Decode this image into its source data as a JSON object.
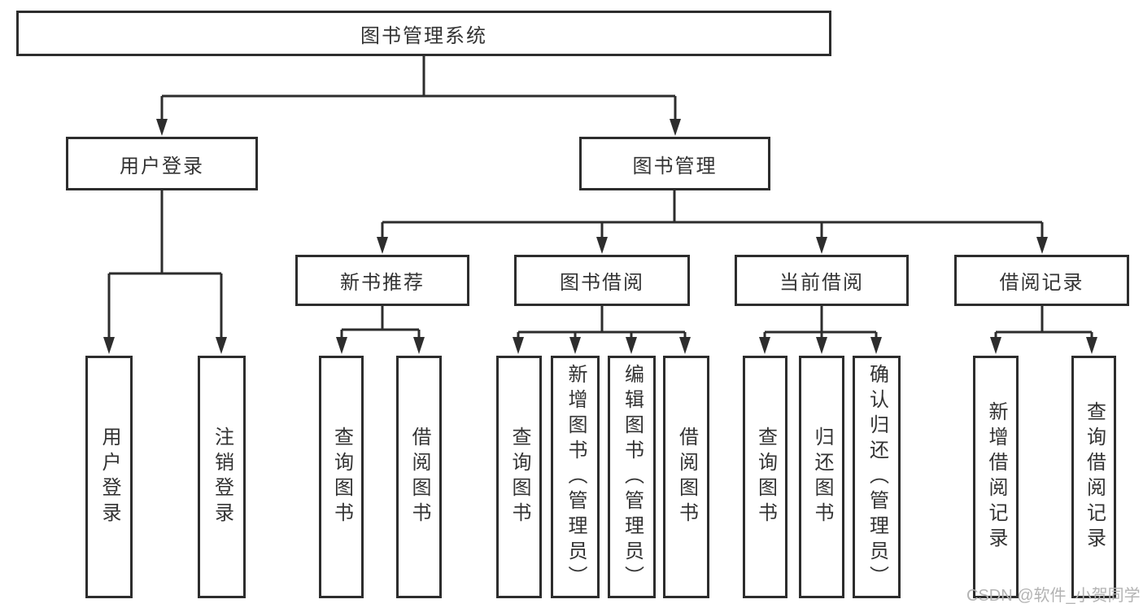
{
  "colors": {
    "line": "#2d2d2d",
    "box_border": "#2d2d2d",
    "box_fill": "#ffffff",
    "text": "#333333",
    "watermark": "#b3b3b3",
    "background": "#ffffff"
  },
  "watermark": {
    "text": "CSDN @软件_小贺同学"
  },
  "tree": {
    "root": {
      "label": "图书管理系统"
    },
    "branches": [
      {
        "label": "用户登录",
        "children": [
          {
            "label": "用户登录"
          },
          {
            "label": "注销登录"
          }
        ]
      },
      {
        "label": "图书管理",
        "children": [
          {
            "label": "新书推荐",
            "children": [
              {
                "label": "查询图书"
              },
              {
                "label": "借阅图书"
              }
            ]
          },
          {
            "label": "图书借阅",
            "children": [
              {
                "label": "查询图书"
              },
              {
                "label": "新增图书（管理员）"
              },
              {
                "label": "编辑图书（管理员）"
              },
              {
                "label": "借阅图书"
              }
            ]
          },
          {
            "label": "当前借阅",
            "children": [
              {
                "label": "查询图书"
              },
              {
                "label": "归还图书"
              },
              {
                "label": "确认归还（管理员）"
              }
            ]
          },
          {
            "label": "借阅记录",
            "children": [
              {
                "label": "新增借阅记录"
              },
              {
                "label": "查询借阅记录"
              }
            ]
          }
        ]
      }
    ]
  }
}
